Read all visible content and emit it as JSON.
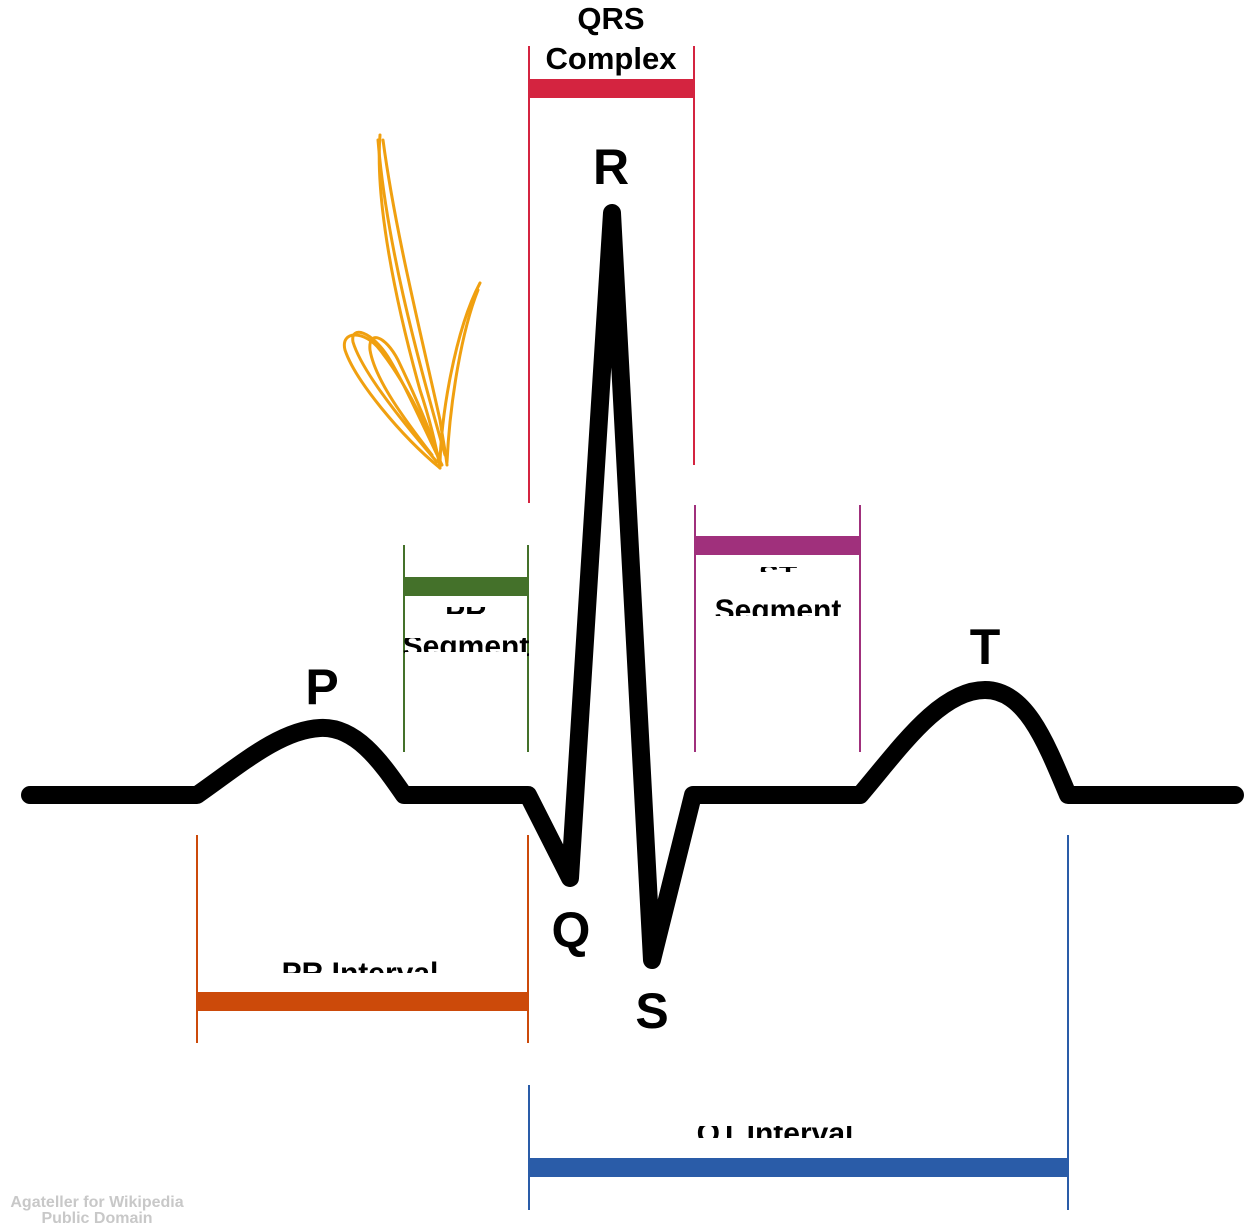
{
  "diagram": {
    "waves": {
      "p": "P",
      "q": "Q",
      "r": "R",
      "s": "S",
      "t": "T"
    },
    "intervals": {
      "qrs_line1": "QRS",
      "qrs_line2": "Complex",
      "pr_segment_line1": "PR",
      "pr_segment_line2": "Segment",
      "st_segment_line1": "ST",
      "st_segment_line2": "Segment",
      "pr_interval": "PR Interval",
      "qt_interval": "QT Interval"
    },
    "colors": {
      "trace": "#000000",
      "qrs": "#d42440",
      "pr_segment": "#44712a",
      "st_segment": "#a0307c",
      "pr_interval": "#cc4a0a",
      "qt_interval": "#2a5ca8",
      "annotation": "#f0a010"
    },
    "credit": {
      "line1": "Agateller for Wikipedia",
      "line2": "Public Domain"
    }
  }
}
